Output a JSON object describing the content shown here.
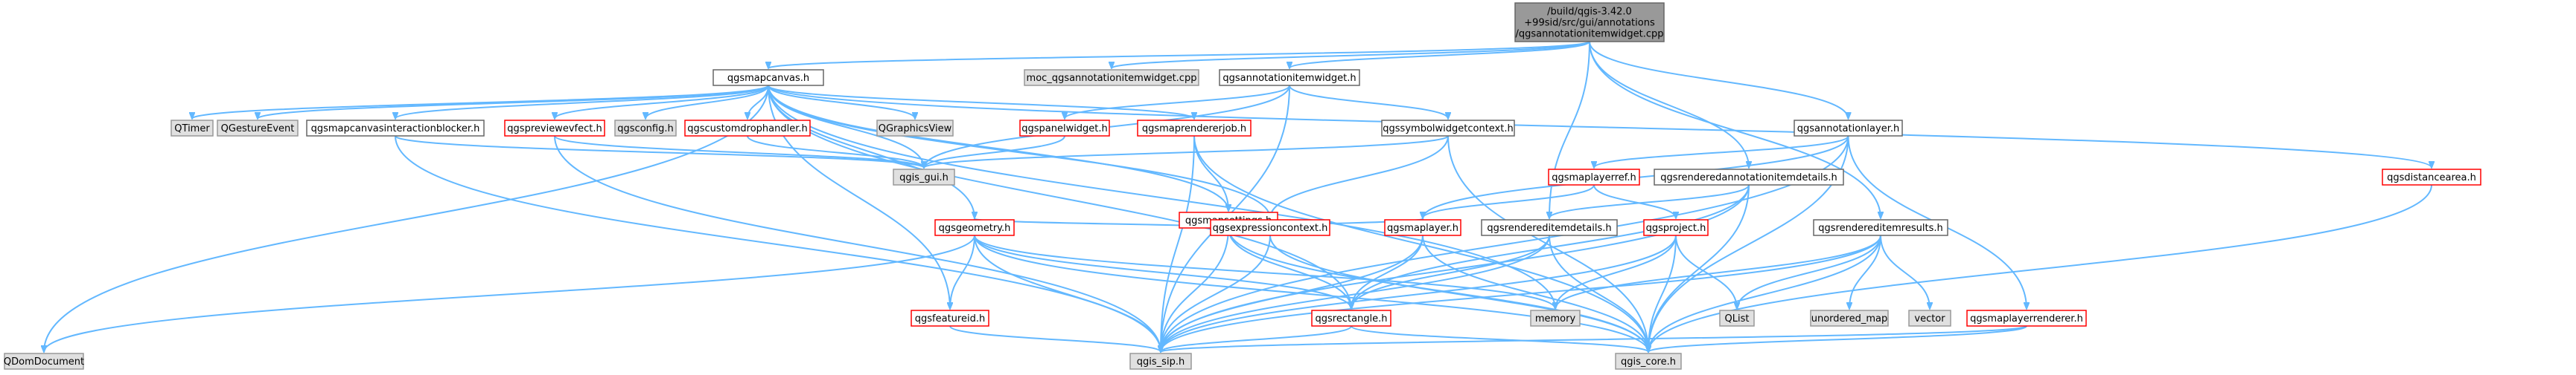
{
  "colors": {
    "root_fill": "#999999",
    "node_fill": "#ffffff",
    "node_border": "#666666",
    "missing_fill": "#e0e0e0",
    "missing_border": "#999999",
    "red_border": "#ff0000",
    "edge": "#63b8ff"
  },
  "nodes": [
    {
      "id": "root",
      "lines": [
        "/build/qgis-3.42.0",
        "+99sid/src/gui/annotations",
        "/qgsannotationitemwidget.cpp"
      ],
      "style": "root"
    },
    {
      "id": "qgsmapcanvas",
      "lines": [
        "qgsmapcanvas.h"
      ],
      "style": "normal"
    },
    {
      "id": "moc",
      "lines": [
        "moc_qgsannotationitemwidget.cpp"
      ],
      "style": "missing"
    },
    {
      "id": "qgsannotationitemwidget",
      "lines": [
        "qgsannotationitemwidget.h"
      ],
      "style": "normal"
    },
    {
      "id": "qgsannotationlayer",
      "lines": [
        "qgsannotationlayer.h"
      ],
      "style": "normal"
    },
    {
      "id": "QTimer",
      "lines": [
        "QTimer"
      ],
      "style": "missing"
    },
    {
      "id": "QGestureEvent",
      "lines": [
        "QGestureEvent"
      ],
      "style": "missing"
    },
    {
      "id": "qgsmapcanvasinteractionblocker",
      "lines": [
        "qgsmapcanvasinteractionblocker.h"
      ],
      "style": "normal"
    },
    {
      "id": "qgspreviewef",
      "lines": [
        "qgspreviewevfect.h"
      ],
      "style": "red"
    },
    {
      "id": "qgsconfig",
      "lines": [
        "qgsconfig.h"
      ],
      "style": "missing"
    },
    {
      "id": "qgscustomdrop",
      "lines": [
        "qgscustomdrophandler.h"
      ],
      "style": "red"
    },
    {
      "id": "QGraphicsView",
      "lines": [
        "QGraphicsView"
      ],
      "style": "missing"
    },
    {
      "id": "qgspanelwidget",
      "lines": [
        "qgspanelwidget.h"
      ],
      "style": "red"
    },
    {
      "id": "qgsmaprendererjob",
      "lines": [
        "qgsmaprendererjob.h"
      ],
      "style": "red"
    },
    {
      "id": "qgssymbolwidgetcontext",
      "lines": [
        "qgssymbolwidgetcontext.h"
      ],
      "style": "normal"
    },
    {
      "id": "qgsmaplayerref",
      "lines": [
        "qgsmaplayerref.h"
      ],
      "style": "red"
    },
    {
      "id": "qgsrenderedannotationitemdetails",
      "lines": [
        "qgsrenderedannotationitemdetails.h"
      ],
      "style": "normal"
    },
    {
      "id": "qgsdistancearea",
      "lines": [
        "qgsdistancearea.h"
      ],
      "style": "red"
    },
    {
      "id": "qgis_gui",
      "lines": [
        "qgis_gui.h"
      ],
      "style": "missing"
    },
    {
      "id": "qgsmapsettings",
      "lines": [
        "qgsmapsettings.h"
      ],
      "style": "red"
    },
    {
      "id": "qgsgeometry",
      "lines": [
        "qgsgeometry.h"
      ],
      "style": "red"
    },
    {
      "id": "qgsexpressioncontext",
      "lines": [
        "qgsexpressioncontext.h"
      ],
      "style": "red"
    },
    {
      "id": "qgsmaplayer",
      "lines": [
        "qgsmaplayer.h"
      ],
      "style": "red"
    },
    {
      "id": "qgsrendereditemdetails",
      "lines": [
        "qgsrendereditemdetails.h"
      ],
      "style": "normal"
    },
    {
      "id": "qgsproject",
      "lines": [
        "qgsproject.h"
      ],
      "style": "red"
    },
    {
      "id": "qgsrendereditemresults",
      "lines": [
        "qgsrendereditemresults.h"
      ],
      "style": "normal"
    },
    {
      "id": "qgsfeatureid",
      "lines": [
        "qgsfeatureid.h"
      ],
      "style": "red"
    },
    {
      "id": "memory",
      "lines": [
        "memory"
      ],
      "style": "missing"
    },
    {
      "id": "qgsrectangle",
      "lines": [
        "qgsrectangle.h"
      ],
      "style": "red"
    },
    {
      "id": "QList",
      "lines": [
        "QList"
      ],
      "style": "missing"
    },
    {
      "id": "unordered_map",
      "lines": [
        "unordered_map"
      ],
      "style": "missing"
    },
    {
      "id": "vector",
      "lines": [
        "vector"
      ],
      "style": "missing"
    },
    {
      "id": "qgsmaplayerrenderer",
      "lines": [
        "qgsmaplayerrenderer.h"
      ],
      "style": "red"
    },
    {
      "id": "QDomDocument",
      "lines": [
        "QDomDocument"
      ],
      "style": "missing"
    },
    {
      "id": "qgis_sip",
      "lines": [
        "qgis_sip.h"
      ],
      "style": "missing"
    },
    {
      "id": "qgis_core",
      "lines": [
        "qgis_core.h"
      ],
      "style": "missing"
    }
  ],
  "edges": [
    [
      "root",
      "qgsmapcanvas"
    ],
    [
      "root",
      "moc"
    ],
    [
      "root",
      "qgsannotationitemwidget"
    ],
    [
      "root",
      "qgsannotationlayer"
    ],
    [
      "root",
      "qgsrenderedannotationitemdetails"
    ],
    [
      "root",
      "qgsrendereditemresults"
    ],
    [
      "root",
      "qgsrendereditemdetails"
    ],
    [
      "qgsmapcanvas",
      "QTimer"
    ],
    [
      "qgsmapcanvas",
      "QGestureEvent"
    ],
    [
      "qgsmapcanvas",
      "qgsmapcanvasinteractionblocker"
    ],
    [
      "qgsmapcanvas",
      "qgspreviewef"
    ],
    [
      "qgsmapcanvas",
      "qgsconfig"
    ],
    [
      "qgsmapcanvas",
      "qgscustomdrop"
    ],
    [
      "qgsmapcanvas",
      "QGraphicsView"
    ],
    [
      "qgsmapcanvas",
      "qgsmaprendererjob"
    ],
    [
      "qgsmapcanvas",
      "qgsdistancearea"
    ],
    [
      "qgsmapcanvas",
      "qgis_gui"
    ],
    [
      "qgsmapcanvas",
      "qgsgeometry"
    ],
    [
      "qgsmapcanvas",
      "qgsmapsettings"
    ],
    [
      "qgsmapcanvas",
      "qgsexpressioncontext"
    ],
    [
      "qgsmapcanvas",
      "qgsrectangle"
    ],
    [
      "qgsmapcanvas",
      "QDomDocument"
    ],
    [
      "qgsmapcanvas",
      "qgsfeatureid"
    ],
    [
      "qgsmapcanvas",
      "memory"
    ],
    [
      "qgsannotationitemwidget",
      "qgspanelwidget"
    ],
    [
      "qgsannotationitemwidget",
      "qgssymbolwidgetcontext"
    ],
    [
      "qgsannotationitemwidget",
      "qgis_gui"
    ],
    [
      "qgsannotationitemwidget",
      "qgis_sip"
    ],
    [
      "qgsannotationlayer",
      "qgsmaplayerref"
    ],
    [
      "qgsannotationlayer",
      "qgsmaplayer"
    ],
    [
      "qgsannotationlayer",
      "qgsmaplayerrenderer"
    ],
    [
      "qgsannotationlayer",
      "qgis_core"
    ],
    [
      "qgsannotationlayer",
      "qgis_sip"
    ],
    [
      "qgsmapcanvasinteractionblocker",
      "qgis_gui"
    ],
    [
      "qgsmapcanvasinteractionblocker",
      "qgis_sip"
    ],
    [
      "qgspreviewef",
      "qgis_gui"
    ],
    [
      "qgspreviewef",
      "qgis_sip"
    ],
    [
      "qgscustomdrop",
      "qgis_gui"
    ],
    [
      "qgspanelwidget",
      "qgis_gui"
    ],
    [
      "qgsmaprendererjob",
      "qgsmapsettings"
    ],
    [
      "qgsmaprendererjob",
      "qgis_core"
    ],
    [
      "qgsmaprendererjob",
      "qgis_sip"
    ],
    [
      "qgssymbolwidgetcontext",
      "qgsexpressioncontext"
    ],
    [
      "qgssymbolwidgetcontext",
      "qgis_gui"
    ],
    [
      "qgssymbolwidgetcontext",
      "qgis_core"
    ],
    [
      "qgsmaplayerref",
      "qgsproject"
    ],
    [
      "qgsmaplayerref",
      "qgsmaplayer"
    ],
    [
      "qgsrenderedannotationitemdetails",
      "qgsrendereditemdetails"
    ],
    [
      "qgsrenderedannotationitemdetails",
      "qgsrectangle"
    ],
    [
      "qgsrenderedannotationitemdetails",
      "qgis_core"
    ],
    [
      "qgsrenderedannotationitemdetails",
      "qgis_sip"
    ],
    [
      "qgsdistancearea",
      "qgis_core"
    ],
    [
      "qgsmapsettings",
      "qgsgeometry"
    ],
    [
      "qgsmapsettings",
      "qgsexpressioncontext"
    ],
    [
      "qgsmapsettings",
      "qgsmaplayer"
    ],
    [
      "qgsmapsettings",
      "qgsrectangle"
    ],
    [
      "qgsmapsettings",
      "qgis_sip"
    ],
    [
      "qgsmapsettings",
      "qgis_core"
    ],
    [
      "qgsgeometry",
      "qgsfeatureid"
    ],
    [
      "qgsgeometry",
      "memory"
    ],
    [
      "qgsgeometry",
      "qgsrectangle"
    ],
    [
      "qgsgeometry",
      "QDomDocument"
    ],
    [
      "qgsgeometry",
      "qgis_sip"
    ],
    [
      "qgsgeometry",
      "qgis_core"
    ],
    [
      "qgsexpressioncontext",
      "qgis_core"
    ],
    [
      "qgsexpressioncontext",
      "qgis_sip"
    ],
    [
      "qgsmaplayer",
      "qgsrectangle"
    ],
    [
      "qgsmaplayer",
      "qgis_core"
    ],
    [
      "qgsmaplayer",
      "qgis_sip"
    ],
    [
      "qgsrendereditemdetails",
      "qgsrectangle"
    ],
    [
      "qgsrendereditemdetails",
      "qgis_core"
    ],
    [
      "qgsrendereditemdetails",
      "qgis_sip"
    ],
    [
      "qgsproject",
      "memory"
    ],
    [
      "qgsproject",
      "QList"
    ],
    [
      "qgsproject",
      "qgis_core"
    ],
    [
      "qgsproject",
      "qgis_sip"
    ],
    [
      "qgsrendereditemresults",
      "QList"
    ],
    [
      "qgsrendereditemresults",
      "unordered_map"
    ],
    [
      "qgsrendereditemresults",
      "vector"
    ],
    [
      "qgsrendereditemresults",
      "memory"
    ],
    [
      "qgsrendereditemresults",
      "qgis_core"
    ],
    [
      "qgsrendereditemresults",
      "qgis_sip"
    ],
    [
      "qgsfeatureid",
      "qgis_sip"
    ],
    [
      "qgsrectangle",
      "qgis_core"
    ],
    [
      "qgsrectangle",
      "qgis_sip"
    ],
    [
      "qgsmaplayerrenderer",
      "qgis_core"
    ],
    [
      "qgsmaplayerrenderer",
      "qgis_sip"
    ]
  ]
}
